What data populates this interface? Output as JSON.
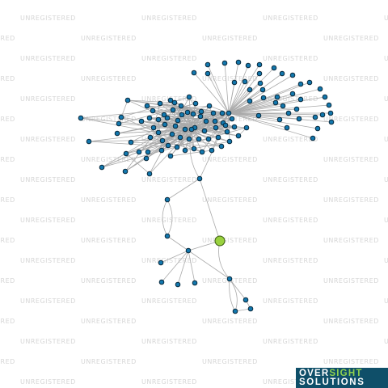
{
  "watermark": {
    "text": "UNREGISTERED",
    "color": "#d6d6d6"
  },
  "graph": {
    "edge_color": "#aaaaaa",
    "node_fill": "#1277ad",
    "node_stroke": "#0b2a3d",
    "highlight_fill": "#99d13f",
    "highlight_stroke": "#3a5a10"
  },
  "logo": {
    "word1_a": "OVER",
    "word1_b": "SIGHT",
    "word2": "SOLUTIONS",
    "background": "#0f4f69",
    "accent_color": "#8fd14f"
  }
}
